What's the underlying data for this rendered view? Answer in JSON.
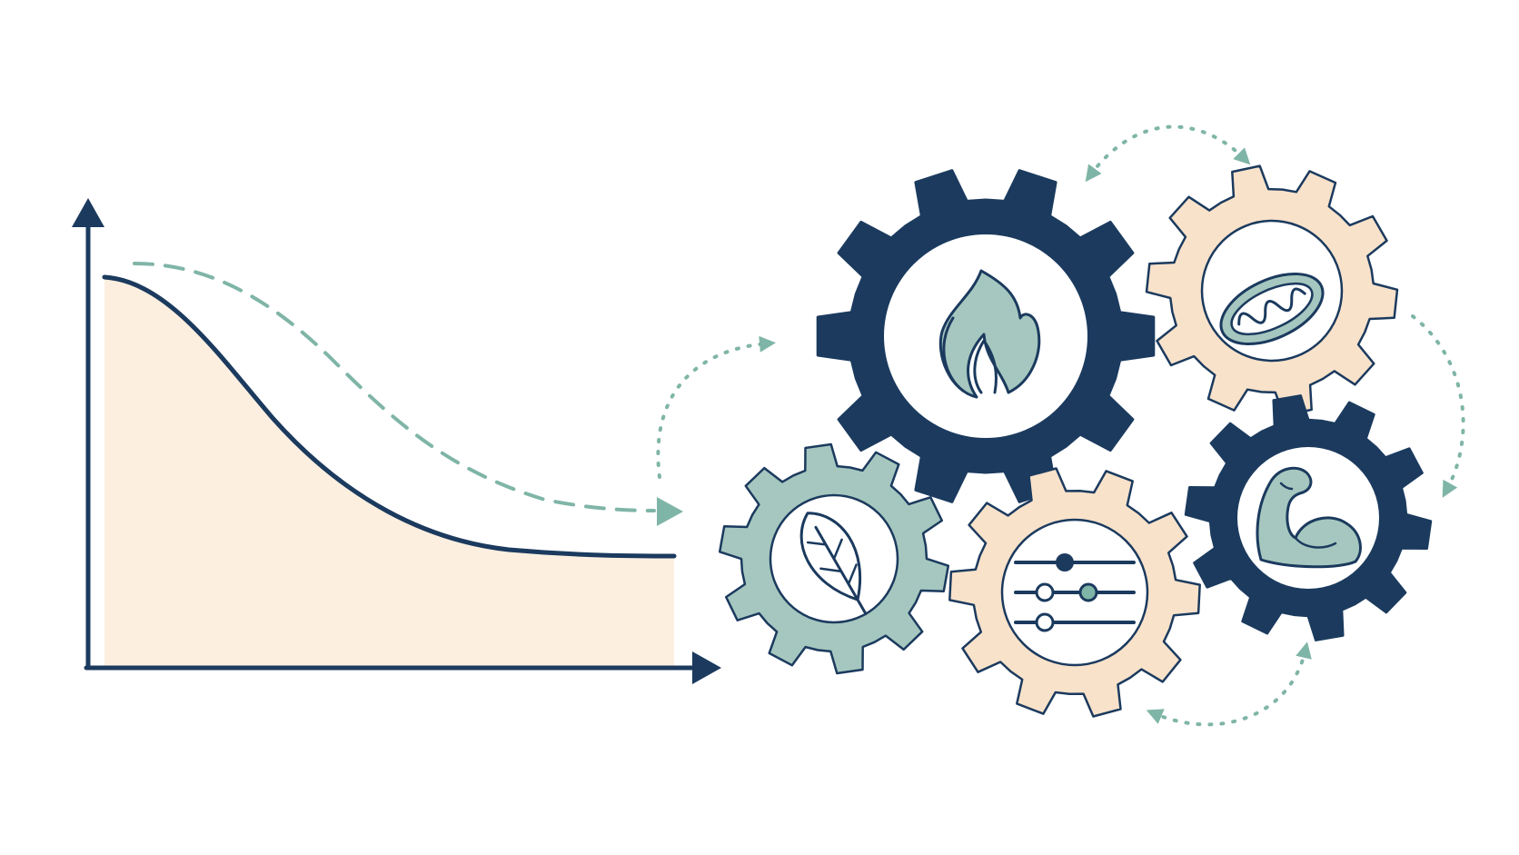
{
  "colors": {
    "background": "#ffffff",
    "navy": "#1b3a5e",
    "peach": "#f8e2ca",
    "peach_light": "#fcefe0",
    "sage": "#a6c7bf",
    "sage_dark": "#7fb5a7",
    "white": "#ffffff"
  },
  "curve": {
    "description_free": true,
    "solid_curve_color": "navy",
    "dashed_curve_color": "sage_dark",
    "fill_color": "peach_light"
  },
  "gears": [
    {
      "id": "large-navy-gear",
      "icon": "flame-icon",
      "fill": "navy"
    },
    {
      "id": "top-right-peach-gear",
      "icon": "mitochondrion-icon",
      "fill": "peach"
    },
    {
      "id": "right-navy-gear",
      "icon": "flexed-arm-icon",
      "fill": "navy"
    },
    {
      "id": "center-peach-gear",
      "icon": "sliders-icon",
      "fill": "peach"
    },
    {
      "id": "left-sage-gear",
      "icon": "leaf-icon",
      "fill": "sage"
    }
  ],
  "connectors": {
    "style": "dotted-arrows",
    "color": "sage_dark"
  }
}
